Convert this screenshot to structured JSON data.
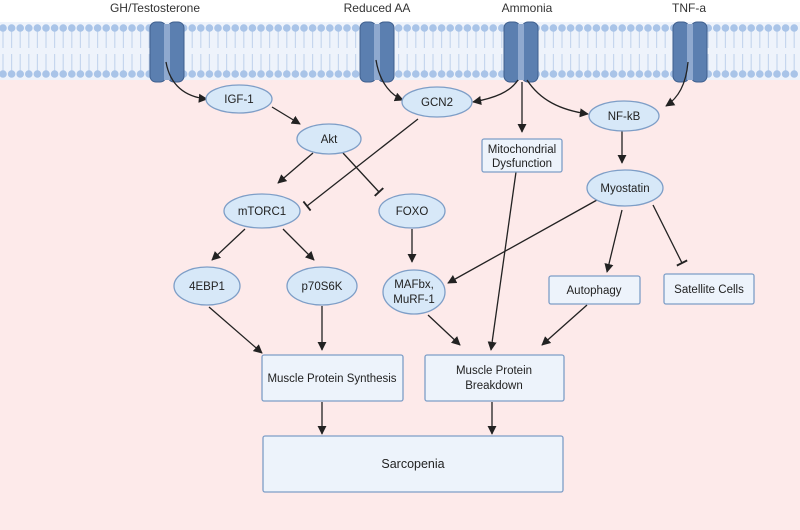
{
  "colors": {
    "cytoplasm": "#fdeaea",
    "membrane_head": "#a9c4e8",
    "membrane_tail": "#c6d6ee",
    "channel": "#5b7fb0",
    "node_fill": "#d7e8f8",
    "node_stroke": "#7e9ec7",
    "box_fill": "#edf3fb",
    "arrow": "#222222"
  },
  "signals": {
    "gh": "GH/Testosterone",
    "aa": "Reduced AA",
    "ammonia": "Ammonia",
    "tnf": "TNF-a"
  },
  "nodes": {
    "igf1": "IGF-1",
    "akt": "Akt",
    "gcn2": "GCN2",
    "nfkb": "NF-kB",
    "mito_line1": "Mitochondrial",
    "mito_line2": "Dysfunction",
    "myostatin": "Myostatin",
    "mtorc1": "mTORC1",
    "foxo": "FOXO",
    "ebp1": "4EBP1",
    "p70s6k": "p70S6K",
    "mafbx_line1": "MAFbx,",
    "mafbx_line2": "MuRF-1",
    "autophagy": "Autophagy",
    "satellite": "Satellite Cells",
    "mps": "Muscle Protein Synthesis",
    "mpb_line1": "Muscle Protein",
    "mpb_line2": "Breakdown",
    "sarcopenia": "Sarcopenia"
  }
}
